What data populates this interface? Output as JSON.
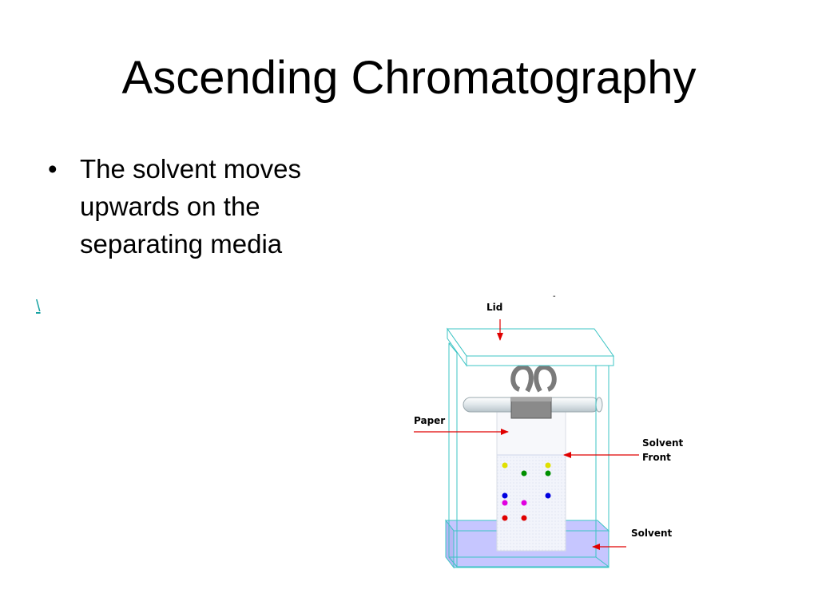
{
  "slide": {
    "title": "Ascending Chromatography",
    "bullets": [
      {
        "text": "The solvent moves upwards on the separating media"
      }
    ],
    "link_text": "\\"
  },
  "diagram": {
    "labels": {
      "lid": "Lid",
      "paper": "Paper",
      "solvent_front_line1": "Solvent",
      "solvent_front_line2": "Front",
      "solvent": "Solvent",
      "corner_mark": "-"
    },
    "colors": {
      "tank_outline": "#3cc4c4",
      "arrow": "#e00000",
      "solvent": "#c6c6ff",
      "clip": "#808080",
      "rod": "#e8eef0",
      "spot_yellow": "#e0e000",
      "spot_green": "#009000",
      "spot_blue": "#0000e0",
      "spot_magenta": "#e000e0",
      "spot_red": "#e00000"
    },
    "spots": [
      {
        "color": "yellow"
      },
      {
        "color": "yellow"
      },
      {
        "color": "green"
      },
      {
        "color": "green"
      },
      {
        "color": "blue"
      },
      {
        "color": "blue"
      },
      {
        "color": "magenta"
      },
      {
        "color": "magenta"
      },
      {
        "color": "red"
      },
      {
        "color": "red"
      }
    ]
  }
}
